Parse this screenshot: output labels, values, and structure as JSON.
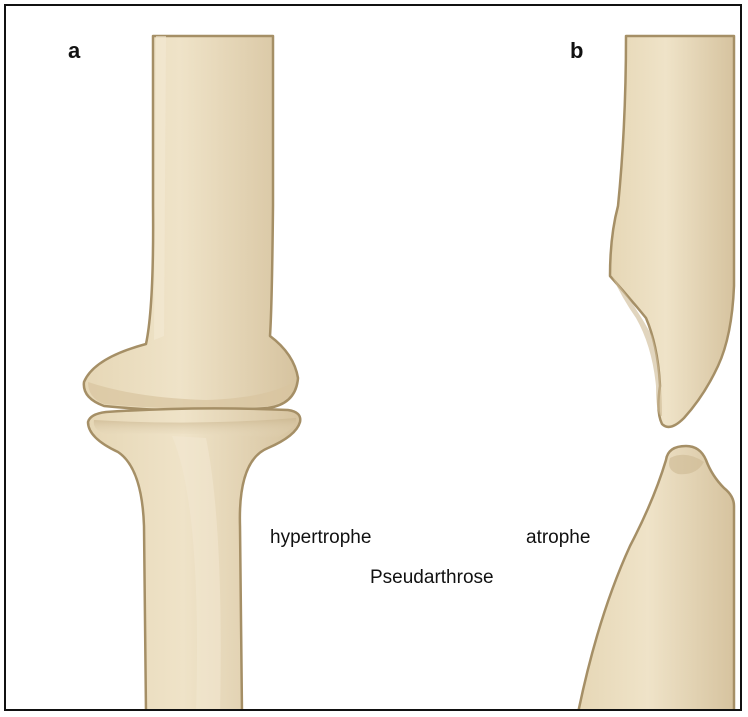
{
  "panels": [
    {
      "label": "a"
    },
    {
      "label": "b"
    }
  ],
  "captions": {
    "left": "hypertrophe",
    "right": "atrophe",
    "bottom": "Pseudarthrose"
  },
  "colors": {
    "bone_fill": "#e9dcc0",
    "bone_shade": "#cdb993",
    "bone_outline": "#a58f66",
    "frame": "#111111"
  }
}
